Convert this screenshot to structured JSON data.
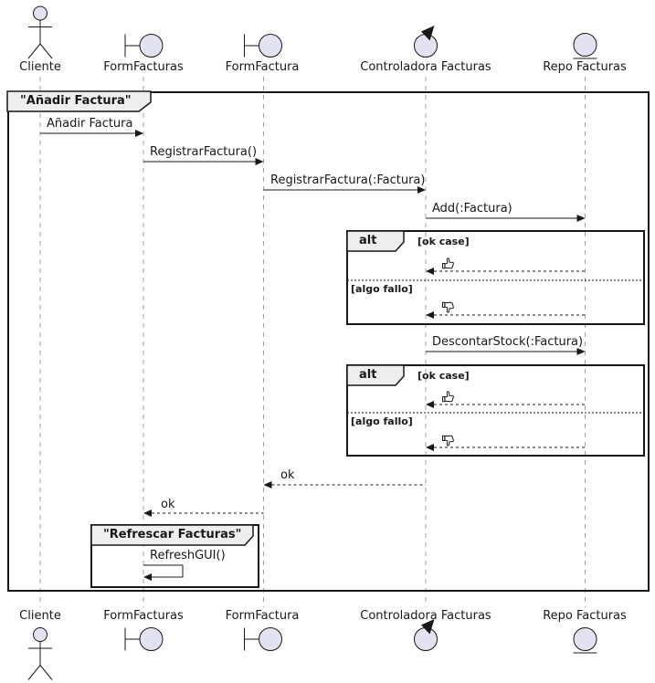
{
  "participants": [
    {
      "label": "Cliente",
      "type": "actor"
    },
    {
      "label": "FormFacturas",
      "type": "boundary"
    },
    {
      "label": "FormFactura",
      "type": "boundary"
    },
    {
      "label": "Controladora Facturas",
      "type": "control"
    },
    {
      "label": "Repo Facturas",
      "type": "entity"
    }
  ],
  "main_frame": {
    "title": "\"Añadir Factura\""
  },
  "inner_frame": {
    "title": "\"Refrescar Facturas\""
  },
  "alt_frames": [
    {
      "operator": "alt",
      "guard_ok": "[ok case]",
      "guard_fail": "[algo fallo]",
      "ok_icon": "thumbs-up",
      "fail_icon": "thumbs-down"
    },
    {
      "operator": "alt",
      "guard_ok": "[ok case]",
      "guard_fail": "[algo fallo]",
      "ok_icon": "thumbs-up",
      "fail_icon": "thumbs-down"
    }
  ],
  "messages": {
    "anadir_factura": "Añadir Factura",
    "registrar_factura": "RegistrarFactura()",
    "registrar_factura_param": "RegistrarFactura(:Factura)",
    "add_factura": "Add(:Factura)",
    "descontar_stock": "DescontarStock(:Factura)",
    "ok_1": "ok",
    "ok_2": "ok",
    "refresh_gui": "RefreshGUI()"
  },
  "colors": {
    "line": "#181818",
    "lifeline": "#A0A0A0",
    "participant_fill": "#E2E2F0",
    "frame_label_bg": "#EEEEEE",
    "background": "#FFFFFF"
  }
}
